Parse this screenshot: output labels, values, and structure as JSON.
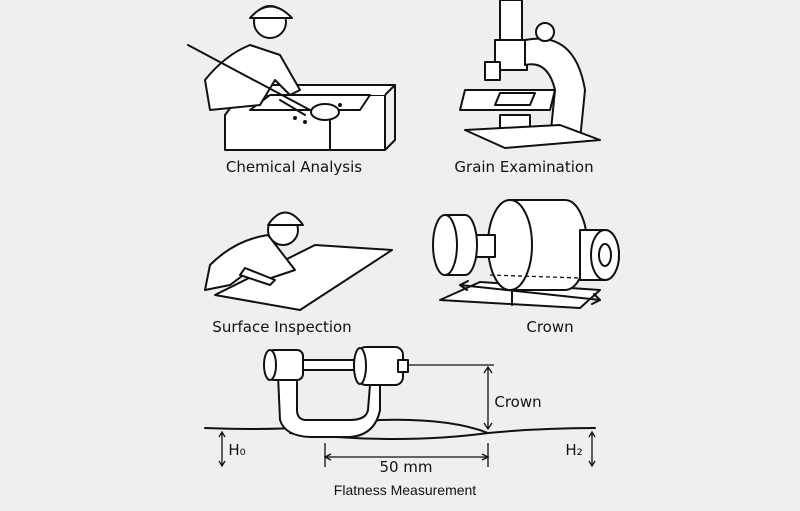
{
  "panels": {
    "chemical_analysis": "Chemical Analysis",
    "grain_examination": "Grain Examination",
    "surface_inspection": "Surface Inspection",
    "crown": "Crown"
  },
  "flatness": {
    "crown_label": "Crown",
    "h0_label": "H₀",
    "h2_label": "H₂",
    "span_label": "50 mm",
    "caption": "Flatness Measurement"
  }
}
